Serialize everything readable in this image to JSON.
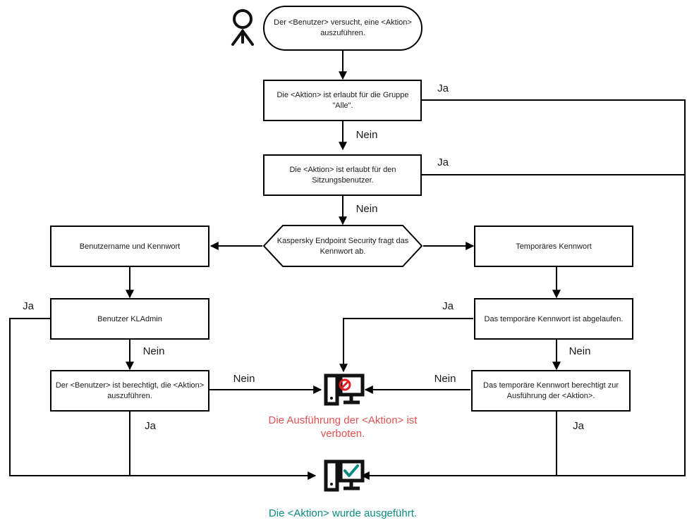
{
  "diagram": {
    "title": "Kaspersky Endpoint Security Kennwortschutz Ablaufdiagramm",
    "language": "de",
    "colors": {
      "stroke": "#000000",
      "node_fill": "#ffffff",
      "text": "#1a1a1a",
      "denied": "#e05252",
      "allowed": "#0b8a80",
      "icon": "#111111"
    }
  },
  "actor": {
    "name": "user-actor",
    "icon": "person-icon"
  },
  "nodes": {
    "start": {
      "shape": "terminator",
      "line1": "Der <Benutzer> versucht, eine <Aktion>",
      "line2": "auszuführen."
    },
    "allowed_group_all": {
      "shape": "process",
      "line1": "Die <Aktion> ist erlaubt für die Gruppe",
      "line2": "\"Alle\"."
    },
    "allowed_session_user": {
      "shape": "process",
      "line1": "Die <Aktion> ist erlaubt für den",
      "line2": "Sitzungsbenutzer."
    },
    "kes_asks_password": {
      "shape": "hexagon",
      "line1": "Kaspersky Endpoint Security fragt das",
      "line2": "Kennwort ab."
    },
    "username_password": {
      "shape": "process",
      "line1": "Benutzername und Kennwort",
      "line2": ""
    },
    "temporary_password": {
      "shape": "process",
      "line1": "Temporäres Kennwort",
      "line2": ""
    },
    "user_kladmin": {
      "shape": "process",
      "line1": "Benutzer KLAdmin",
      "line2": ""
    },
    "temp_password_expired": {
      "shape": "process",
      "line1": "Das temporäre Kennwort ist abgelaufen.",
      "line2": ""
    },
    "user_authorized": {
      "shape": "process",
      "line1": "Der <Benutzer> ist berechtigt, die <Aktion>",
      "line2": "auszuführen."
    },
    "temp_password_authorizes": {
      "shape": "process",
      "line1": "Das temporäre Kennwort berechtigt zur",
      "line2": "Ausführung der <Aktion>."
    }
  },
  "end_nodes": {
    "denied": {
      "icon": "computer-denied-icon",
      "caption_line1": "Die Ausführung der <Aktion> ist",
      "caption_line2": "verboten."
    },
    "allowed": {
      "icon": "computer-allowed-icon",
      "caption_line1": "Die <Aktion> wurde ausgeführt.",
      "caption_line2": ""
    }
  },
  "edge_labels": {
    "group_all_yes": "Ja",
    "group_all_no": "Nein",
    "session_user_yes": "Ja",
    "session_user_no": "Nein",
    "kladmin_yes": "Ja",
    "kladmin_no": "Nein",
    "authorized_no": "Nein",
    "authorized_yes": "Ja",
    "expired_yes": "Ja",
    "expired_no": "Nein",
    "temp_auth_no": "Nein",
    "temp_auth_yes": "Ja"
  }
}
